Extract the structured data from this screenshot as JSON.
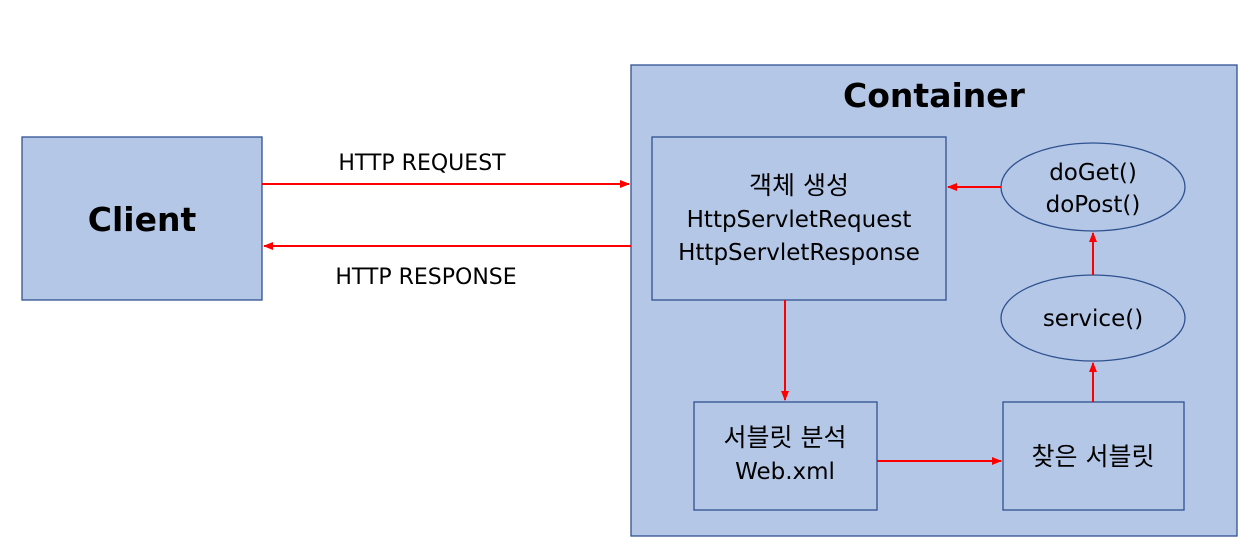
{
  "client": {
    "label": "Client"
  },
  "container": {
    "title": "Container"
  },
  "object_creation": {
    "line1": "객체 생성",
    "line2": "HttpServletRequest",
    "line3": "HttpServletResponse"
  },
  "servlet_analysis": {
    "line1": "서블릿 분석",
    "line2": "Web.xml"
  },
  "found_servlet": {
    "label": "찾은 서블릿"
  },
  "service": {
    "label": "service()"
  },
  "do_methods": {
    "line1": "doGet()",
    "line2": "doPost()"
  },
  "arrows": {
    "request_label": "HTTP REQUEST",
    "response_label": "HTTP RESPONSE"
  },
  "colors": {
    "box_fill": "#b4c7e7",
    "box_stroke": "#2f528f",
    "arrow": "#ff0000",
    "text": "#000000"
  }
}
